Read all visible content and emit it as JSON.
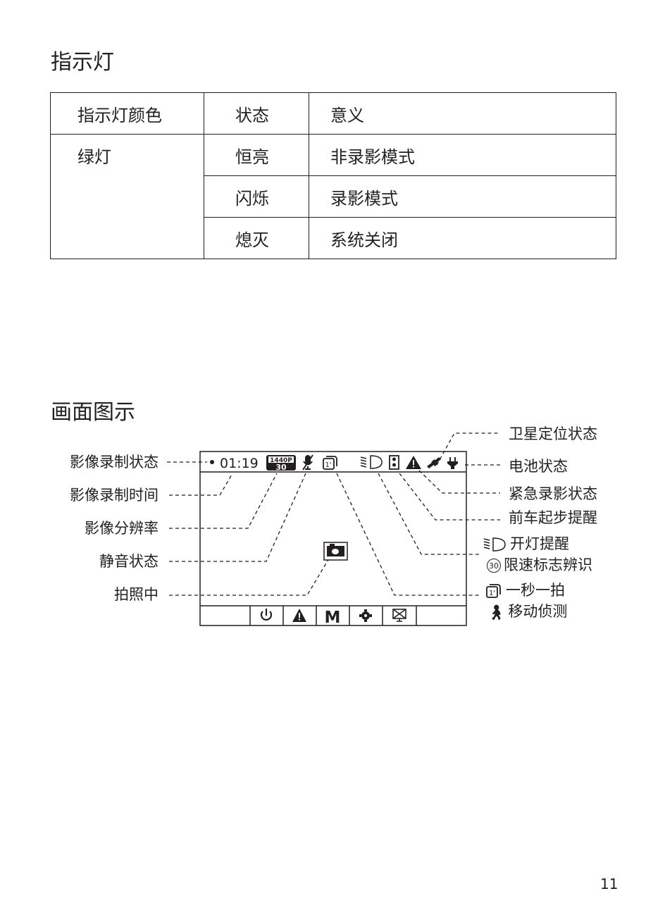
{
  "section1": {
    "title": "指示灯",
    "table": {
      "headers": [
        "指示灯颜色",
        "状态",
        "意义"
      ],
      "color": "绿灯",
      "rows": [
        {
          "state": "恒亮",
          "meaning": "非录影模式"
        },
        {
          "state": "闪烁",
          "meaning": "录影模式"
        },
        {
          "state": "熄灭",
          "meaning": "系统关闭"
        }
      ]
    }
  },
  "section2": {
    "title": "画面图示",
    "screen": {
      "time": "01:19",
      "resolution": "1440P",
      "fps": "30",
      "interval": "1'",
      "menu_m": "M"
    },
    "left_labels": [
      "影像录制状态",
      "影像录制时间",
      "影像分辨率",
      "静音状态",
      "拍照中"
    ],
    "right_labels": {
      "gps": "卫星定位状态",
      "battery": "电池状态",
      "emergency": "紧急录影状态",
      "front_car": "前车起步提醒",
      "headlight": "开灯提醒",
      "speed_sign": "限速标志辨识",
      "speed_icon": "30",
      "one_sec": "一秒一拍",
      "motion": "移动侦测"
    }
  },
  "page_number": "11"
}
